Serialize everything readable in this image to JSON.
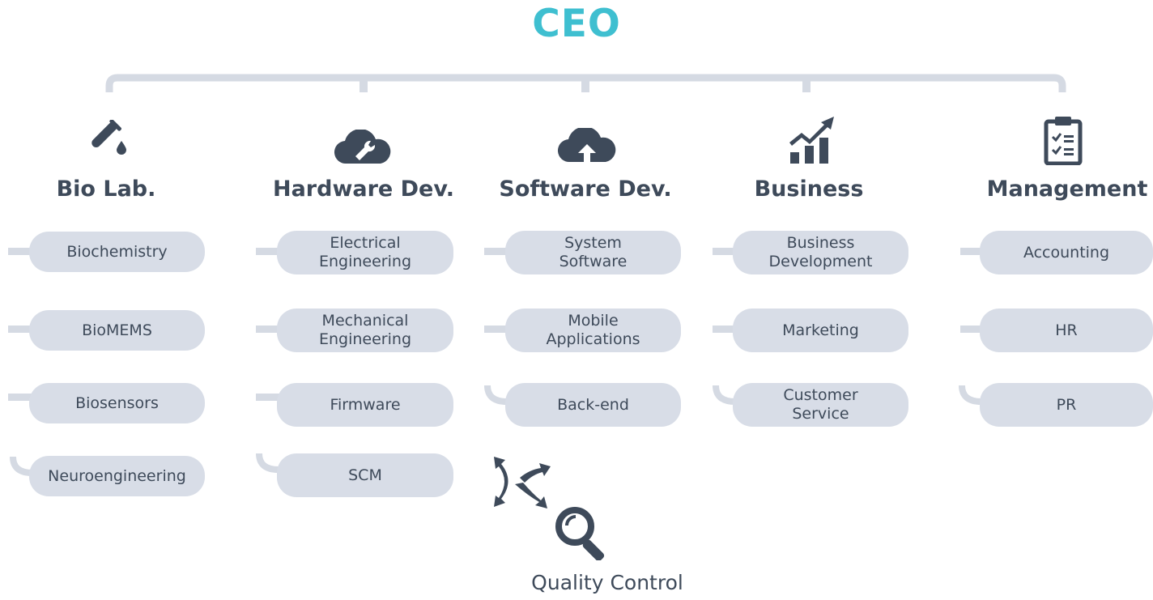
{
  "title": "CEO",
  "departments": [
    {
      "name": "Bio Lab.",
      "icon": "test-tube-icon",
      "units": [
        [
          "Biochemistry"
        ],
        [
          "BioMEMS"
        ],
        [
          "Biosensors"
        ],
        [
          "Neuroengineering"
        ]
      ]
    },
    {
      "name": "Hardware Dev.",
      "icon": "cloud-wrench-icon",
      "units": [
        [
          "Electrical",
          "Engineering"
        ],
        [
          "Mechanical",
          "Engineering"
        ],
        [
          "Firmware"
        ],
        [
          "SCM"
        ]
      ]
    },
    {
      "name": "Software Dev.",
      "icon": "cloud-upload-icon",
      "units": [
        [
          "System",
          "Software"
        ],
        [
          "Mobile",
          "Applications"
        ],
        [
          "Back-end"
        ]
      ]
    },
    {
      "name": "Business",
      "icon": "growth-chart-icon",
      "units": [
        [
          "Business",
          "Development"
        ],
        [
          "Marketing"
        ],
        [
          "Customer",
          "Service"
        ]
      ]
    },
    {
      "name": "Management",
      "icon": "clipboard-checklist-icon",
      "units": [
        [
          "Accounting"
        ],
        [
          "HR"
        ],
        [
          "PR"
        ]
      ]
    }
  ],
  "quality_control": {
    "label": "Quality Control",
    "icons": [
      "shuffle-arrows-icon",
      "magnifier-icon"
    ]
  },
  "colors": {
    "title": "#3fbfd0",
    "text": "#3e4a5a",
    "icon": "#3e4a5a",
    "pill": "#d8dde7",
    "connector": "#d5dae3"
  }
}
